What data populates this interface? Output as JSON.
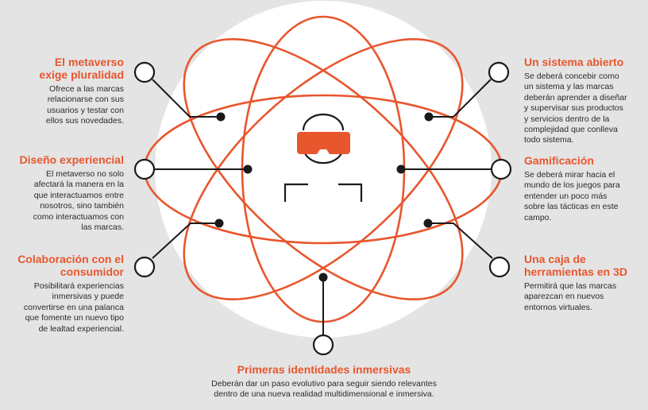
{
  "colors": {
    "background": "#e4e4e4",
    "circle": "#ffffff",
    "accent": "#e8562d",
    "line": "#1a1a1a"
  },
  "icons": [
    "vr-headset-icon",
    "person-shoulders-icon"
  ],
  "items": {
    "plural": {
      "title_line1": "El metaverso",
      "title_line2": "exige pluralidad",
      "desc": [
        "Ofrece a las marcas",
        "relacionarse con sus",
        "usuarios y testar con",
        "ellos sus novedades."
      ]
    },
    "diseno": {
      "title": "Diseño experiencial",
      "desc": [
        "El metaverso no solo",
        "afectará la manera en la",
        "que interactuamos entre",
        "nosotros, sino también",
        "como interactuamos con",
        "las marcas."
      ]
    },
    "colab": {
      "title_line1": "Colaboración con el",
      "title_line2": "consumidor",
      "desc": [
        "Posibilitará experiencias",
        "inmersivas y puede",
        "convertirse en una palanca",
        "que fomente un nuevo tipo",
        "de lealtad experiencial."
      ]
    },
    "abierto": {
      "title": "Un sistema abierto",
      "desc": [
        "Se deberá concebir como",
        "un sistema y las marcas",
        "deberán aprender a diseñar",
        "y supervisar sus productos",
        "y servicios dentro de la",
        "complejidad que conlleva",
        "todo sistema."
      ]
    },
    "gamif": {
      "title": "Gamificación",
      "desc": [
        "Se deberá mirar hacia el",
        "mundo de los juegos para",
        "entender un poco más",
        "sobre las tácticas en este",
        "campo."
      ]
    },
    "caja": {
      "title_line1": "Una caja de",
      "title_line2": "herramientas en 3D",
      "desc": [
        "Permitirá que las marcas",
        "aparezcan en nuevos",
        "entornos virtuales."
      ]
    },
    "primeras": {
      "title": "Primeras identidades inmersivas",
      "desc": [
        "Deberán dar un paso evolutivo para seguir siendo relevantes",
        "dentro de una nueva realidad multidimensional e inmersiva."
      ]
    }
  }
}
